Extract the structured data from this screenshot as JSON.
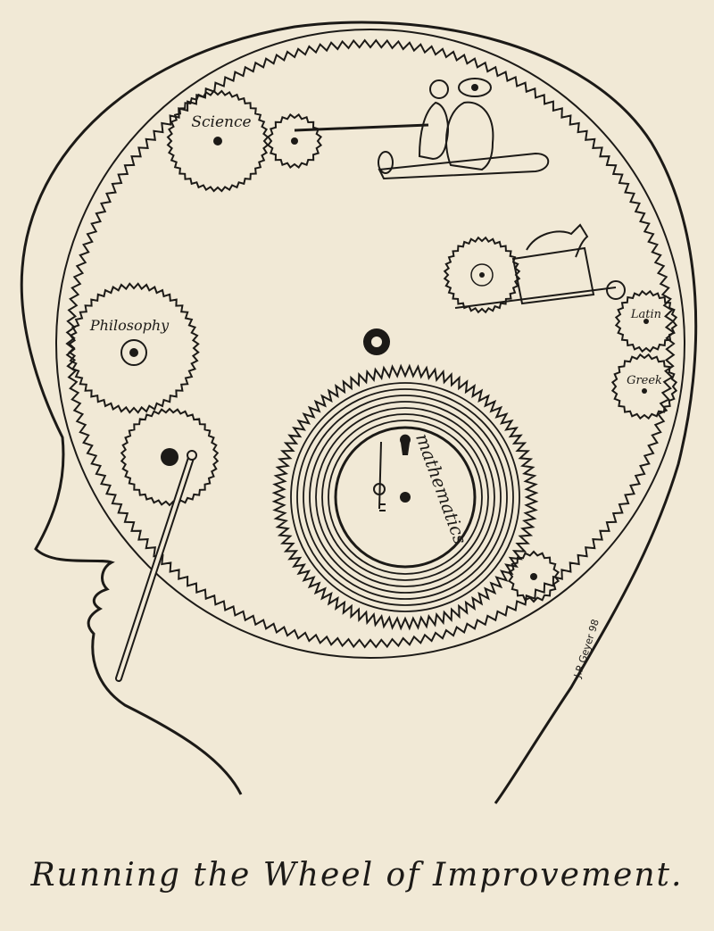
{
  "caption": "Running the Wheel of Improvement.",
  "labels": {
    "science": "Science",
    "philosophy": "Philosophy",
    "latin": "Latin",
    "greek": "Greek",
    "mathematics": "mathematics"
  },
  "signature": "J.R.Geyer 98",
  "colors": {
    "paper": "#f1e9d6",
    "ink": "#1c1a17"
  }
}
